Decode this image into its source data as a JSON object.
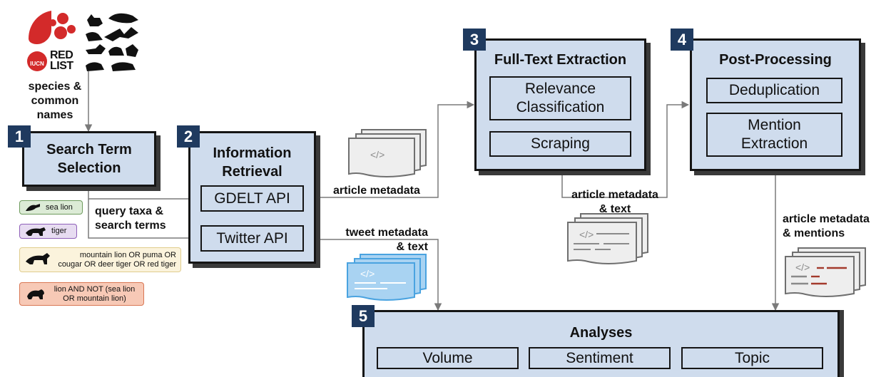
{
  "logo": {
    "text_line1": "RED",
    "text_line2": "LIST",
    "org": "IUCN"
  },
  "inputs": {
    "species_label": [
      "species &",
      "common",
      "names"
    ]
  },
  "steps": [
    {
      "number": "1",
      "title_lines": [
        "Search Term",
        "Selection"
      ]
    },
    {
      "number": "2",
      "title_lines": [
        "Information",
        "Retrieval"
      ],
      "apis": [
        "GDELT API",
        "Twitter API"
      ]
    },
    {
      "number": "3",
      "title_lines": [
        "Full-Text Extraction"
      ],
      "subtasks": [
        [
          "Relevance",
          "Classification"
        ],
        [
          "Scraping"
        ]
      ]
    },
    {
      "number": "4",
      "title_lines": [
        "Post-Processing"
      ],
      "subtasks": [
        [
          "Deduplication"
        ],
        [
          "Mention",
          "Extraction"
        ]
      ]
    },
    {
      "number": "5",
      "title_lines": [
        "Analyses"
      ],
      "subtasks": [
        [
          "Volume"
        ],
        [
          "Sentiment"
        ],
        [
          "Topic"
        ]
      ]
    }
  ],
  "flow_labels": {
    "query": [
      "query taxa &",
      "search terms"
    ],
    "article_metadata": "article metadata",
    "tweet_metadata": [
      "tweet metadata",
      "& text"
    ],
    "article_text": [
      "article metadata",
      "& text"
    ],
    "article_mentions": [
      "article metadata",
      "& mentions"
    ]
  },
  "examples": [
    {
      "animal": "sea-lion",
      "lines": [
        "sea lion"
      ],
      "style": "green"
    },
    {
      "animal": "tiger",
      "lines": [
        "tiger"
      ],
      "style": "purple"
    },
    {
      "animal": "puma",
      "lines": [
        "mountain lion OR puma OR",
        "cougar OR deer tiger OR red tiger"
      ],
      "style": "yellow"
    },
    {
      "animal": "lion",
      "lines": [
        "lion AND NOT (sea lion",
        "OR mountain lion)"
      ],
      "style": "red"
    }
  ],
  "doc_icon_glyph": "</>",
  "colors": {
    "box_fill": "#cfdced",
    "badge": "#1f3a5f",
    "arrow": "#7a7a7a",
    "tweet_doc": "#5aaee6",
    "mention_mark": "#a33a2c",
    "red_list": "#d32a2a"
  }
}
